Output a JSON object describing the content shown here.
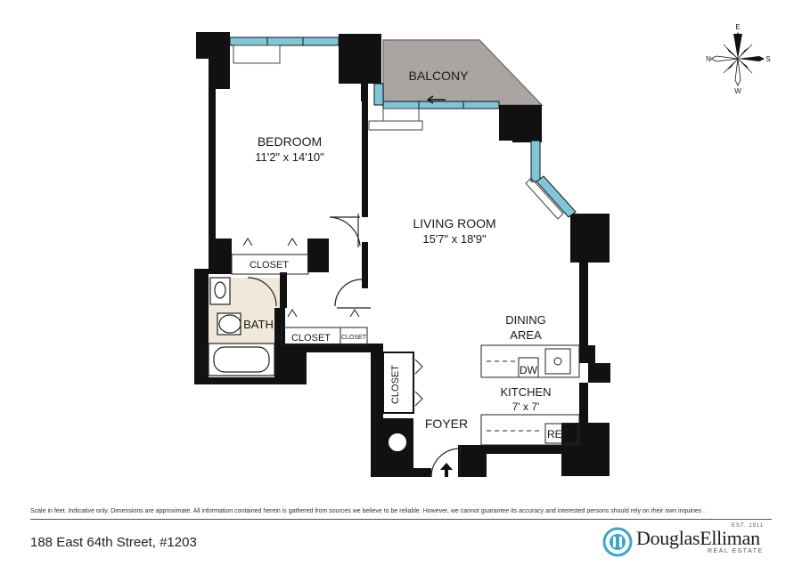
{
  "rooms": {
    "balcony": "BALCONY",
    "bedroom": "BEDROOM",
    "bedroom_size": "11'2\" x 14'10\"",
    "living_room": "LIVING ROOM",
    "living_size": "15'7\" x 18'9\"",
    "closet_bedroom": "CLOSET",
    "bath": "BATH",
    "closet_bath": "CLOSET",
    "closet_small": "CLOSET",
    "closet_foyer": "CLOSET",
    "dining_line1": "DINING",
    "dining_line2": "AREA",
    "dw": "DW",
    "kitchen": "KITCHEN",
    "kitchen_size": "7' x 7'",
    "foyer": "FOYER",
    "ref": "REF"
  },
  "compass": {
    "n": "N",
    "e": "E",
    "s": "S",
    "w": "W"
  },
  "disclaimer": "Scale in feet. Indicative only. Dimensions are approximate. All information contained herein is gathered from sources we believe to be reliable. However, we cannot guarantee its accuracy and interested persons should rely on their own inquiries .",
  "address": "188 East 64th Street, #1203",
  "brand": {
    "name": "DouglasElliman",
    "est": "EST. 1911",
    "sub": "REAL ESTATE",
    "color": "#3aa7c7"
  },
  "colors": {
    "wall": "#111111",
    "window": "#7fc6d8",
    "balcony": "#aaa4a2",
    "bath_floor": "#f0e9d9"
  }
}
